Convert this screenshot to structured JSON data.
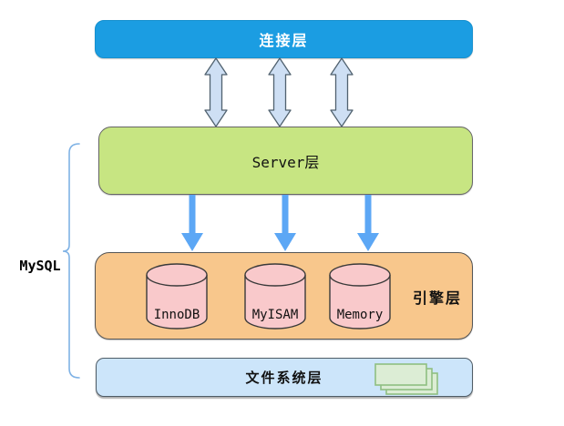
{
  "bracket": {
    "label": "MySQL"
  },
  "layers": {
    "connection": {
      "label": "连接层"
    },
    "server": {
      "label": "Server层"
    },
    "engine": {
      "label": "引擎层",
      "engines": [
        "InnoDB",
        "MyISAM",
        "Memory"
      ]
    },
    "filesystem": {
      "label": "文件系统层"
    }
  },
  "icons": {
    "double_arrow": "double-arrow-icon",
    "down_arrow": "down-arrow-icon",
    "db_cylinder": "database-cylinder-icon",
    "stacked_files": "stacked-files-icon",
    "brace": "curly-brace-icon"
  },
  "colors": {
    "connection_fill": "#1b9de2",
    "server_fill": "#c7e582",
    "engine_fill": "#f8c78c",
    "filesystem_fill": "#cce5fa",
    "cylinder_fill": "#f9c9cb",
    "double_arrow_fill": "#cedff4",
    "double_arrow_stroke": "#50616f",
    "down_arrow_fill": "#5ca7f5",
    "bracket_color": "#7fb2e5",
    "files_icon_fill": "#dcedd5",
    "files_icon_border": "#8fbe82",
    "background": "#ffffff"
  }
}
